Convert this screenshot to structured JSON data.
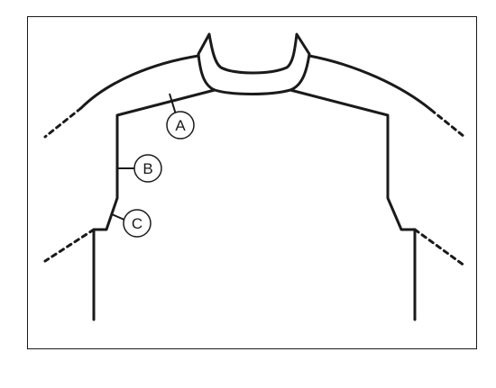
{
  "callouts": {
    "a": {
      "label": "A"
    },
    "b": {
      "label": "B"
    },
    "c": {
      "label": "C"
    }
  },
  "colors": {
    "stroke": "#1a1a1a",
    "background": "#ffffff"
  }
}
